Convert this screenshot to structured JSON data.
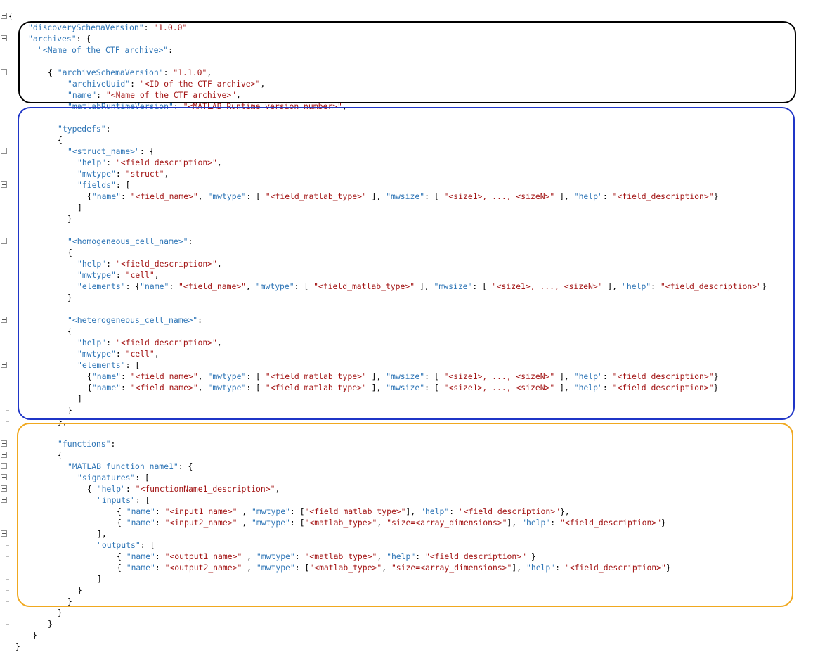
{
  "colors": {
    "key": "#2e75b6",
    "string": "#a31515",
    "punct": "#000000",
    "region_archives": "#000000",
    "region_typedefs": "#1f35c7",
    "region_functions": "#f0a81f"
  },
  "lines": [
    [
      [
        "p",
        "{"
      ]
    ],
    [
      [
        "k",
        "\"discoverySchemaVersion\""
      ],
      [
        "p",
        ": "
      ],
      [
        "s",
        "\"1.0.0\""
      ]
    ],
    [
      [
        "k",
        "\"archives\""
      ],
      [
        "p",
        ": {"
      ]
    ],
    [
      [
        "k",
        "\"<Name of the CTF archive>\""
      ],
      [
        "p",
        ":"
      ]
    ],
    [],
    [
      [
        "p",
        "{ "
      ],
      [
        "k",
        "\"archiveSchemaVersion\""
      ],
      [
        "p",
        ": "
      ],
      [
        "s",
        "\"1.1.0\""
      ],
      [
        "p",
        ","
      ]
    ],
    [
      [
        "k",
        "\"archiveUuid\""
      ],
      [
        "p",
        ": "
      ],
      [
        "s",
        "\"<ID of the CTF archive>\""
      ],
      [
        "p",
        ","
      ]
    ],
    [
      [
        "k",
        "\"name\""
      ],
      [
        "p",
        ": "
      ],
      [
        "s",
        "\"<Name of the CTF archive>\""
      ],
      [
        "p",
        ","
      ]
    ],
    [
      [
        "k",
        "\"matlabRuntimeVersion\""
      ],
      [
        "p",
        ": "
      ],
      [
        "s",
        "\"<MATLAB Runtime version number>\""
      ],
      [
        "p",
        ","
      ]
    ],
    [],
    [
      [
        "k",
        "\"typedefs\""
      ],
      [
        "p",
        ":"
      ]
    ],
    [
      [
        "p",
        "{"
      ]
    ],
    [
      [
        "k",
        "\"<struct_name>\""
      ],
      [
        "p",
        ": {"
      ]
    ],
    [
      [
        "k",
        "\"help\""
      ],
      [
        "p",
        ": "
      ],
      [
        "s",
        "\"<field_description>\""
      ],
      [
        "p",
        ","
      ]
    ],
    [
      [
        "k",
        "\"mwtype\""
      ],
      [
        "p",
        ": "
      ],
      [
        "s",
        "\"struct\""
      ],
      [
        "p",
        ","
      ]
    ],
    [
      [
        "k",
        "\"fields\""
      ],
      [
        "p",
        ": ["
      ]
    ],
    [
      [
        "p",
        "{"
      ],
      [
        "k",
        "\"name\""
      ],
      [
        "p",
        ": "
      ],
      [
        "s",
        "\"<field_name>\""
      ],
      [
        "p",
        ", "
      ],
      [
        "k",
        "\"mwtype\""
      ],
      [
        "p",
        ": [ "
      ],
      [
        "s",
        "\"<field_matlab_type>\""
      ],
      [
        "p",
        " ], "
      ],
      [
        "k",
        "\"mwsize\""
      ],
      [
        "p",
        ": [ "
      ],
      [
        "s",
        "\"<size1>, ..., <sizeN>\""
      ],
      [
        "p",
        " ], "
      ],
      [
        "k",
        "\"help\""
      ],
      [
        "p",
        ": "
      ],
      [
        "s",
        "\"<field_description>\""
      ],
      [
        "p",
        "}"
      ]
    ],
    [
      [
        "p",
        "]"
      ]
    ],
    [
      [
        "p",
        "}"
      ]
    ],
    [],
    [
      [
        "k",
        "\"<homogeneous_cell_name>\""
      ],
      [
        "p",
        ":"
      ]
    ],
    [
      [
        "p",
        "{"
      ]
    ],
    [
      [
        "k",
        "\"help\""
      ],
      [
        "p",
        ": "
      ],
      [
        "s",
        "\"<field_description>\""
      ],
      [
        "p",
        ","
      ]
    ],
    [
      [
        "k",
        "\"mwtype\""
      ],
      [
        "p",
        ": "
      ],
      [
        "s",
        "\"cell\""
      ],
      [
        "p",
        ","
      ]
    ],
    [
      [
        "k",
        "\"elements\""
      ],
      [
        "p",
        ": {"
      ],
      [
        "k",
        "\"name\""
      ],
      [
        "p",
        ": "
      ],
      [
        "s",
        "\"<field_name>\""
      ],
      [
        "p",
        ", "
      ],
      [
        "k",
        "\"mwtype\""
      ],
      [
        "p",
        ": [ "
      ],
      [
        "s",
        "\"<field_matlab_type>\""
      ],
      [
        "p",
        " ], "
      ],
      [
        "k",
        "\"mwsize\""
      ],
      [
        "p",
        ": [ "
      ],
      [
        "s",
        "\"<size1>, ..., <sizeN>\""
      ],
      [
        "p",
        " ], "
      ],
      [
        "k",
        "\"help\""
      ],
      [
        "p",
        ": "
      ],
      [
        "s",
        "\"<field_description>\""
      ],
      [
        "p",
        "}"
      ]
    ],
    [
      [
        "p",
        "}"
      ]
    ],
    [],
    [
      [
        "k",
        "\"<heterogeneous_cell_name>\""
      ],
      [
        "p",
        ":"
      ]
    ],
    [
      [
        "p",
        "{"
      ]
    ],
    [
      [
        "k",
        "\"help\""
      ],
      [
        "p",
        ": "
      ],
      [
        "s",
        "\"<field_description>\""
      ],
      [
        "p",
        ","
      ]
    ],
    [
      [
        "k",
        "\"mwtype\""
      ],
      [
        "p",
        ": "
      ],
      [
        "s",
        "\"cell\""
      ],
      [
        "p",
        ","
      ]
    ],
    [
      [
        "k",
        "\"elements\""
      ],
      [
        "p",
        ": ["
      ]
    ],
    [
      [
        "p",
        "{"
      ],
      [
        "k",
        "\"name\""
      ],
      [
        "p",
        ": "
      ],
      [
        "s",
        "\"<field_name>\""
      ],
      [
        "p",
        ", "
      ],
      [
        "k",
        "\"mwtype\""
      ],
      [
        "p",
        ": [ "
      ],
      [
        "s",
        "\"<field_matlab_type>\""
      ],
      [
        "p",
        " ], "
      ],
      [
        "k",
        "\"mwsize\""
      ],
      [
        "p",
        ": [ "
      ],
      [
        "s",
        "\"<size1>, ..., <sizeN>\""
      ],
      [
        "p",
        " ], "
      ],
      [
        "k",
        "\"help\""
      ],
      [
        "p",
        ": "
      ],
      [
        "s",
        "\"<field_description>\""
      ],
      [
        "p",
        "}"
      ]
    ],
    [
      [
        "p",
        "{"
      ],
      [
        "k",
        "\"name\""
      ],
      [
        "p",
        ": "
      ],
      [
        "s",
        "\"<field_name>\""
      ],
      [
        "p",
        ", "
      ],
      [
        "k",
        "\"mwtype\""
      ],
      [
        "p",
        ": [ "
      ],
      [
        "s",
        "\"<field_matlab_type>\""
      ],
      [
        "p",
        " ], "
      ],
      [
        "k",
        "\"mwsize\""
      ],
      [
        "p",
        ": [ "
      ],
      [
        "s",
        "\"<size1>, ..., <sizeN>\""
      ],
      [
        "p",
        " ], "
      ],
      [
        "k",
        "\"help\""
      ],
      [
        "p",
        ": "
      ],
      [
        "s",
        "\"<field_description>\""
      ],
      [
        "p",
        "}"
      ]
    ],
    [
      [
        "p",
        "]"
      ]
    ],
    [
      [
        "p",
        "}"
      ]
    ],
    [
      [
        "p",
        "},"
      ]
    ],
    [],
    [
      [
        "k",
        "\"functions\""
      ],
      [
        "p",
        ":"
      ]
    ],
    [
      [
        "p",
        "{"
      ]
    ],
    [
      [
        "k",
        "\"MATLAB_function_name1\""
      ],
      [
        "p",
        ": {"
      ]
    ],
    [
      [
        "k",
        "\"signatures\""
      ],
      [
        "p",
        ": ["
      ]
    ],
    [
      [
        "p",
        "{ "
      ],
      [
        "k",
        "\"help\""
      ],
      [
        "p",
        ": "
      ],
      [
        "s",
        "\"<functionName1_description>\""
      ],
      [
        "p",
        ","
      ]
    ],
    [
      [
        "k",
        "\"inputs\""
      ],
      [
        "p",
        ": ["
      ]
    ],
    [
      [
        "p",
        "{ "
      ],
      [
        "k",
        "\"name\""
      ],
      [
        "p",
        ": "
      ],
      [
        "s",
        "\"<input1_name>\""
      ],
      [
        "p",
        " , "
      ],
      [
        "k",
        "\"mwtype\""
      ],
      [
        "p",
        ": ["
      ],
      [
        "s",
        "\"<field_matlab_type>\""
      ],
      [
        "p",
        "], "
      ],
      [
        "k",
        "\"help\""
      ],
      [
        "p",
        ": "
      ],
      [
        "s",
        "\"<field_description>\""
      ],
      [
        "p",
        "},"
      ]
    ],
    [
      [
        "p",
        "{ "
      ],
      [
        "k",
        "\"name\""
      ],
      [
        "p",
        ": "
      ],
      [
        "s",
        "\"<input2_name>\""
      ],
      [
        "p",
        " , "
      ],
      [
        "k",
        "\"mwtype\""
      ],
      [
        "p",
        ": ["
      ],
      [
        "s",
        "\"<matlab_type>\""
      ],
      [
        "p",
        ", "
      ],
      [
        "s",
        "\"size=<array_dimensions>\""
      ],
      [
        "p",
        "], "
      ],
      [
        "k",
        "\"help\""
      ],
      [
        "p",
        ": "
      ],
      [
        "s",
        "\"<field_description>\""
      ],
      [
        "p",
        "}"
      ]
    ],
    [
      [
        "p",
        "],"
      ]
    ],
    [
      [
        "k",
        "\"outputs\""
      ],
      [
        "p",
        ": ["
      ]
    ],
    [
      [
        "p",
        "{ "
      ],
      [
        "k",
        "\"name\""
      ],
      [
        "p",
        ": "
      ],
      [
        "s",
        "\"<output1_name>\""
      ],
      [
        "p",
        " , "
      ],
      [
        "k",
        "\"mwtype\""
      ],
      [
        "p",
        ": "
      ],
      [
        "s",
        "\"<matlab_type>\""
      ],
      [
        "p",
        ", "
      ],
      [
        "k",
        "\"help\""
      ],
      [
        "p",
        ": "
      ],
      [
        "s",
        "\"<field_description>\""
      ],
      [
        "p",
        " }"
      ]
    ],
    [
      [
        "p",
        "{ "
      ],
      [
        "k",
        "\"name\""
      ],
      [
        "p",
        ": "
      ],
      [
        "s",
        "\"<output2_name>\""
      ],
      [
        "p",
        " , "
      ],
      [
        "k",
        "\"mwtype\""
      ],
      [
        "p",
        ": ["
      ],
      [
        "s",
        "\"<matlab_type>\""
      ],
      [
        "p",
        ", "
      ],
      [
        "s",
        "\"size=<array_dimensions>\""
      ],
      [
        "p",
        "], "
      ],
      [
        "k",
        "\"help\""
      ],
      [
        "p",
        ": "
      ],
      [
        "s",
        "\"<field_description>\""
      ],
      [
        "p",
        "}"
      ]
    ],
    [
      [
        "p",
        "]"
      ]
    ],
    [
      [
        "p",
        "}"
      ]
    ],
    [
      [
        "p",
        "}"
      ]
    ],
    [
      [
        "p",
        "}"
      ]
    ],
    [
      [
        "p",
        "}"
      ]
    ],
    [
      [
        "p",
        "}"
      ]
    ],
    [
      [
        "p",
        "}"
      ]
    ]
  ]
}
